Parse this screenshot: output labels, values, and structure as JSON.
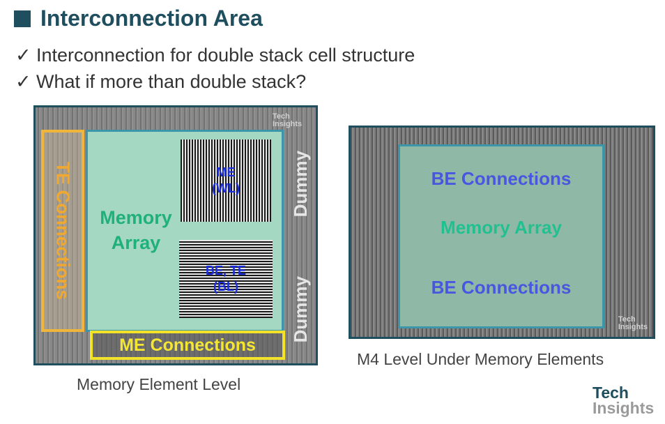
{
  "title": "Interconnection Area",
  "bullets": [
    {
      "check": "✓",
      "text": "Interconnection for double stack cell structure"
    },
    {
      "check": "✓",
      "text": "What if more than double stack?"
    }
  ],
  "left_image": {
    "te_connections": "TE Connections",
    "memory_array_line1": "Memory",
    "memory_array_line2": "Array",
    "me_patch_line1": "ME",
    "me_patch_line2": "(WL)",
    "be_patch_line1": "BE, TE",
    "be_patch_line2": "(BL)",
    "dummy_top": "Dummy",
    "dummy_bottom": "Dummy",
    "me_connections": "ME Connections",
    "watermark_line1": "Tech",
    "watermark_line2": "Insights",
    "caption": "Memory Element Level"
  },
  "right_image": {
    "be_connections_top": "BE Connections",
    "memory_array": "Memory Array",
    "be_connections_bottom": "BE Connections",
    "watermark_line1": "Tech",
    "watermark_line2": "Insights",
    "caption": "M4 Level Under Memory Elements"
  },
  "logo": {
    "line1": "Tech",
    "line2": "Insights"
  },
  "colors": {
    "title": "#1f4e5f",
    "te_box": "#f0b63c",
    "me_box": "#f2e22a",
    "memory_array_fill": "#a5d8c2",
    "be_text": "#4a55e0",
    "memory_text": "#20b07a"
  }
}
